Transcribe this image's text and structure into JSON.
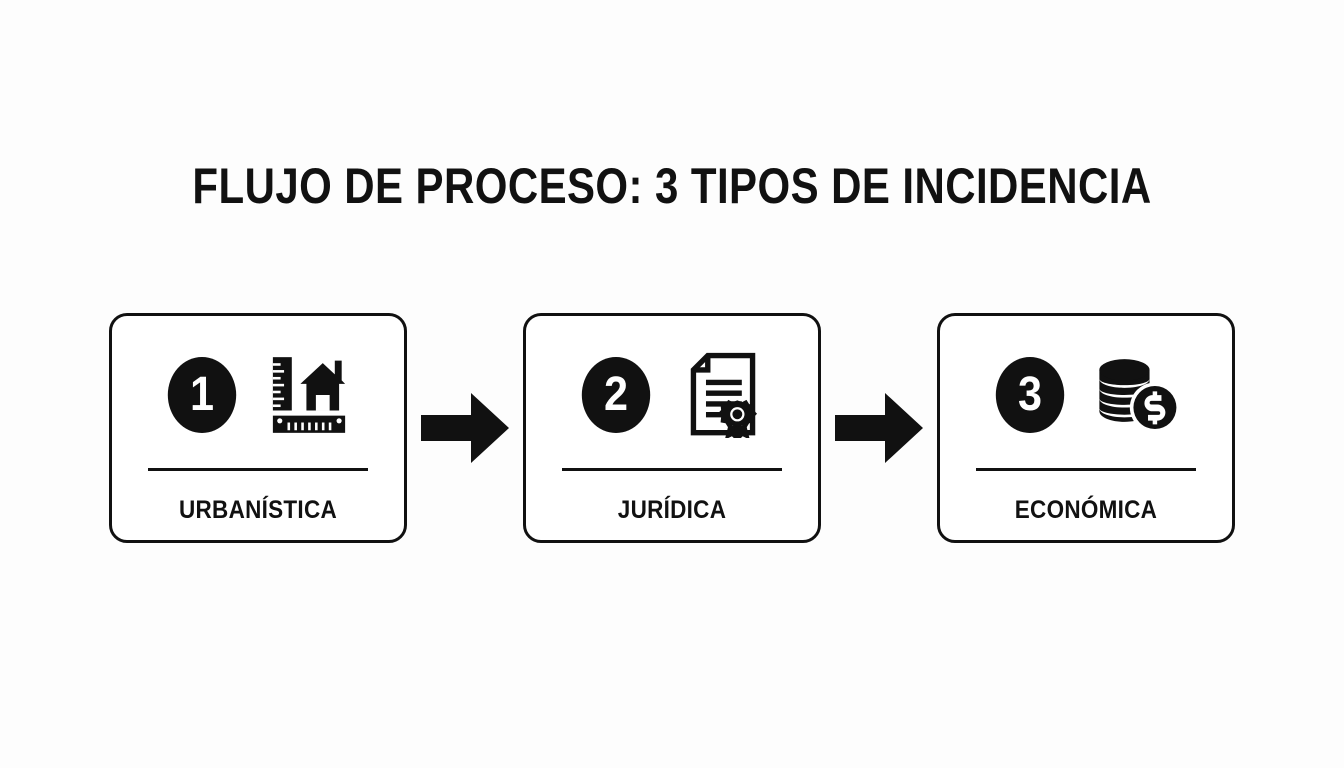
{
  "page": {
    "background_color": "#fdfdfd",
    "ink_color": "#111111",
    "title": "FLUJO DE PROCESO: 3 TIPOS DE INCIDENCIA"
  },
  "flow": {
    "steps": [
      {
        "number": "1",
        "label": "URBANÍSTICA",
        "icon": "ruler-house-icon"
      },
      {
        "number": "2",
        "label": "JURÍDICA",
        "icon": "certificate-seal-icon"
      },
      {
        "number": "3",
        "label": "ECONÓMICA",
        "icon": "coin-stack-dollar-icon"
      }
    ],
    "connectors": [
      {
        "icon": "arrow-right-icon"
      },
      {
        "icon": "arrow-right-icon"
      }
    ]
  }
}
